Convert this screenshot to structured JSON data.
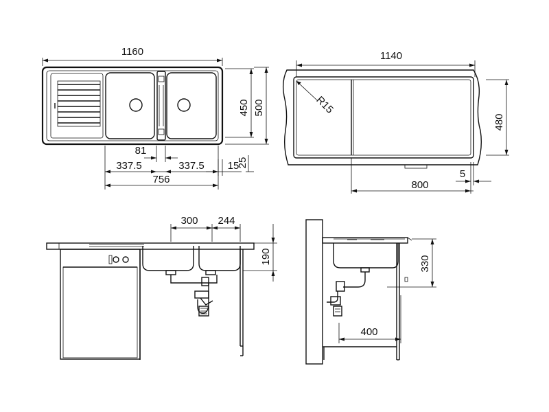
{
  "top_view": {
    "overall_width": "1160",
    "height_inner": "450",
    "height_outer": "500",
    "bowl_gap": "81",
    "bowl_left": "337.5",
    "bowl_right": "337.5",
    "bowls_total": "756",
    "right_margin": "15",
    "bottom_margin": "25"
  },
  "cutout_view": {
    "cutout_width": "1140",
    "corner_radius": "R15",
    "cutout_height": "480",
    "offset": "5",
    "bowl_section": "800"
  },
  "front_view": {
    "left_drain": "300",
    "right_drain": "244",
    "depth": "190"
  },
  "side_view": {
    "depth": "330",
    "distance": "400"
  }
}
